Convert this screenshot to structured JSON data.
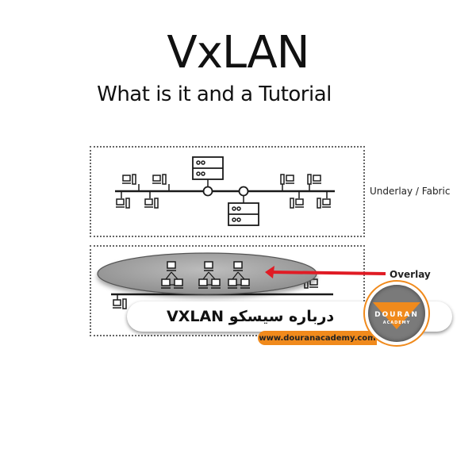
{
  "header": {
    "title": "VxLAN",
    "subtitle": "What is it and a Tutorial"
  },
  "diagram": {
    "underlay_label": "Underlay / Fabric",
    "overlay_label": "Overlay",
    "arrow_color": "#e01b24",
    "line_color": "#1a1a1a",
    "ellipse_color": "#a9a9a9"
  },
  "banner": {
    "text": "درباره سیسکو VXLAN",
    "url": "www.douranacademy.com"
  },
  "logo": {
    "name": "DOURAN",
    "subtitle": "ACADEMY",
    "accent_color": "#f08a1c"
  }
}
